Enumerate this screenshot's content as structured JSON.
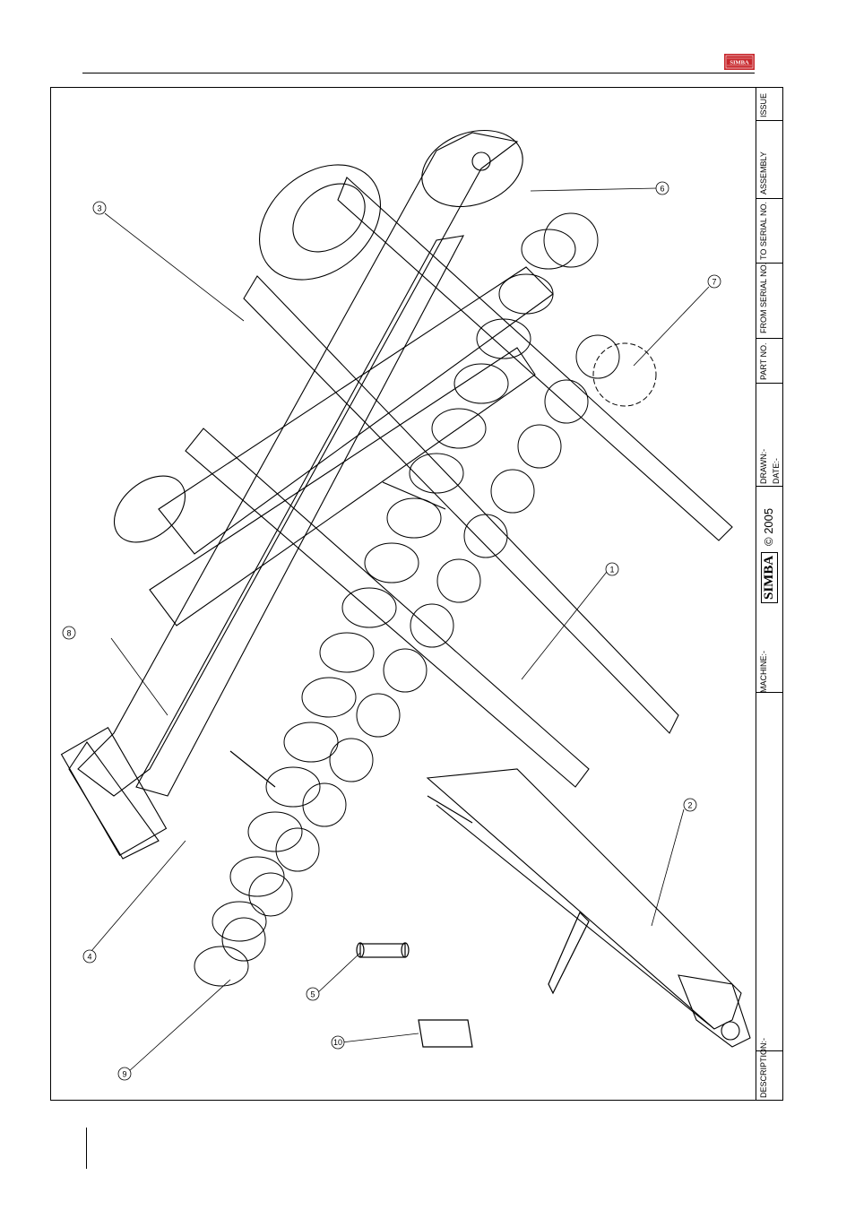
{
  "brand": {
    "logo_text": "SIMBA",
    "logo_color": "#c8282d"
  },
  "title_block": {
    "issue_label": "ISSUE",
    "assembly_label": "ASSEMBLY",
    "to_serial_label": "TO SERIAL NO.",
    "from_serial_label": "FROM SERIAL NO.",
    "part_no_label": "PART NO.",
    "drawn_label": "DRAWN:-",
    "date_label": "DATE:-",
    "copyright": "© 2005",
    "company": "SIMBA",
    "machine_label": "MACHINE:-",
    "description_label": "DESCRIPTION:-"
  },
  "callouts": [
    "1",
    "2",
    "3",
    "4",
    "5",
    "6",
    "7",
    "8",
    "9",
    "10"
  ]
}
